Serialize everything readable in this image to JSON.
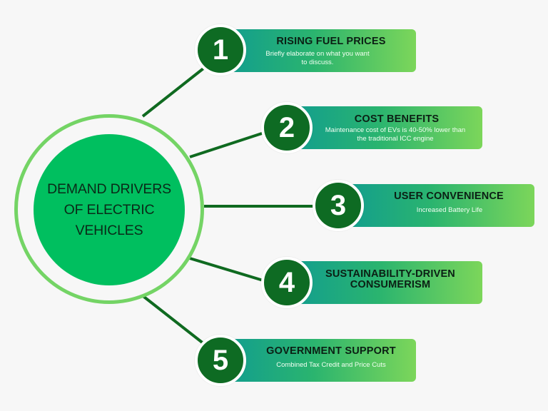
{
  "center": {
    "title": "DEMAND DRIVERS OF ELECTRIC VEHICLES"
  },
  "drivers": [
    {
      "number": "1",
      "title": "RISING FUEL PRICES",
      "description": "Briefly elaborate on what you want to discuss."
    },
    {
      "number": "2",
      "title": "COST BENEFITS",
      "description": "Maintenance cost of EVs is 40-50% lower than the traditional ICC engine"
    },
    {
      "number": "3",
      "title": "USER CONVENIENCE",
      "description": "Increased Battery Life"
    },
    {
      "number": "4",
      "title": "SUSTAINABILITY-DRIVEN CONSUMERISM",
      "description": ""
    },
    {
      "number": "5",
      "title": "GOVERNMENT SUPPORT",
      "description": "Combined Tax Credit and Price Cuts"
    }
  ],
  "colors": {
    "background": "#f7f7f7",
    "center_fill": "#00bf5f",
    "ring": "#74d465",
    "badge": "#0e6b23",
    "connector": "#0f6a20",
    "card_gradient_start": "#129e8e",
    "card_gradient_end": "#7cd65a"
  }
}
